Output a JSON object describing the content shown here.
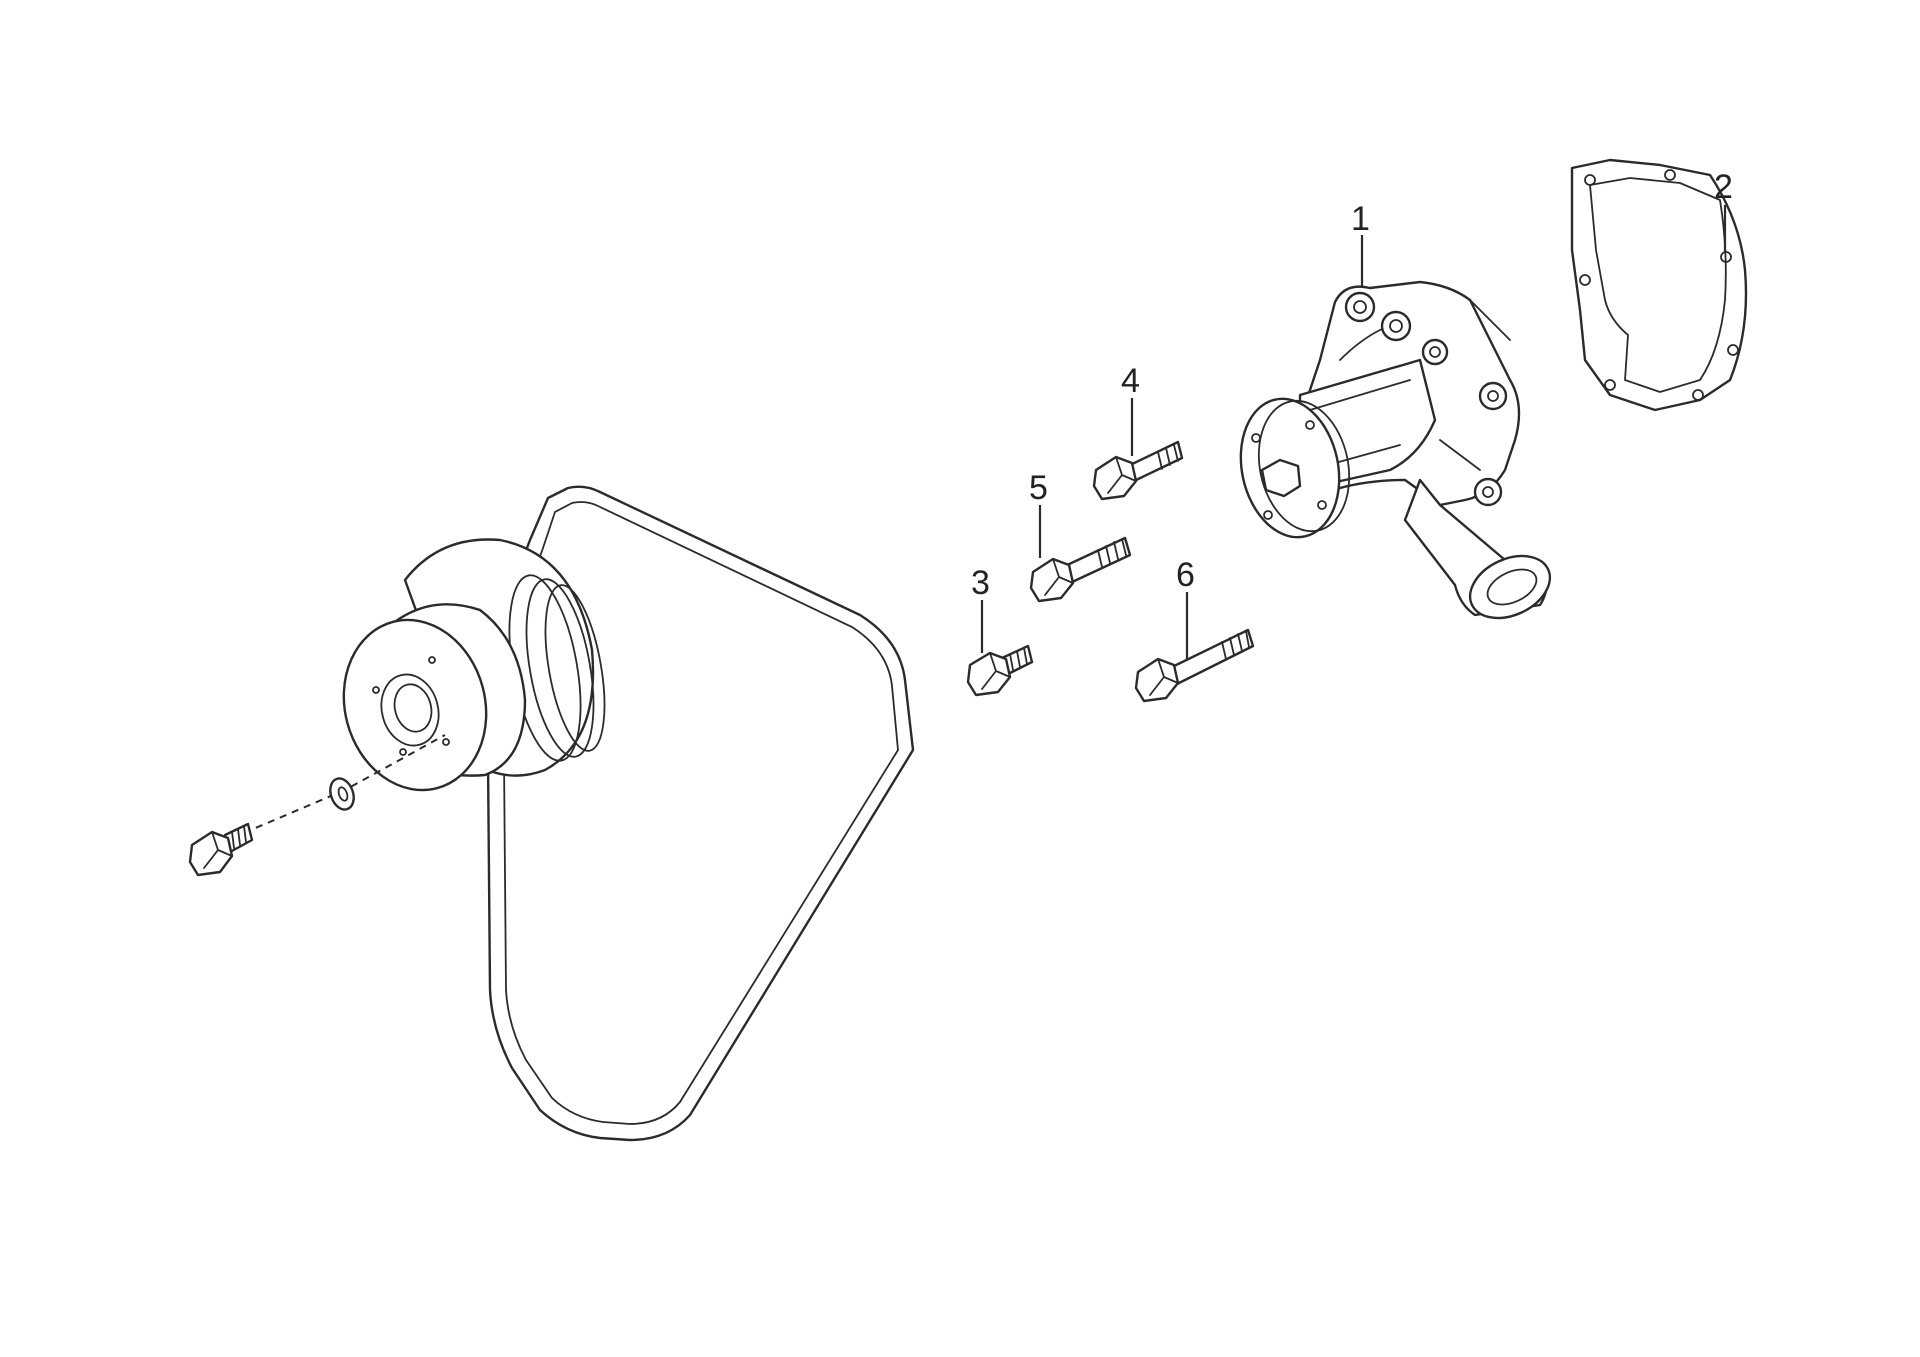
{
  "callouts": {
    "water_pump": "1",
    "gasket": "2",
    "bolt_short": "3",
    "bolt_medium_upper": "4",
    "bolt_medium": "5",
    "bolt_long": "6"
  },
  "colors": {
    "line": "#2b2b2b",
    "background": "#ffffff"
  },
  "icons": [
    "water-pump",
    "gasket",
    "bolt",
    "pulley",
    "v-belt",
    "washer"
  ]
}
